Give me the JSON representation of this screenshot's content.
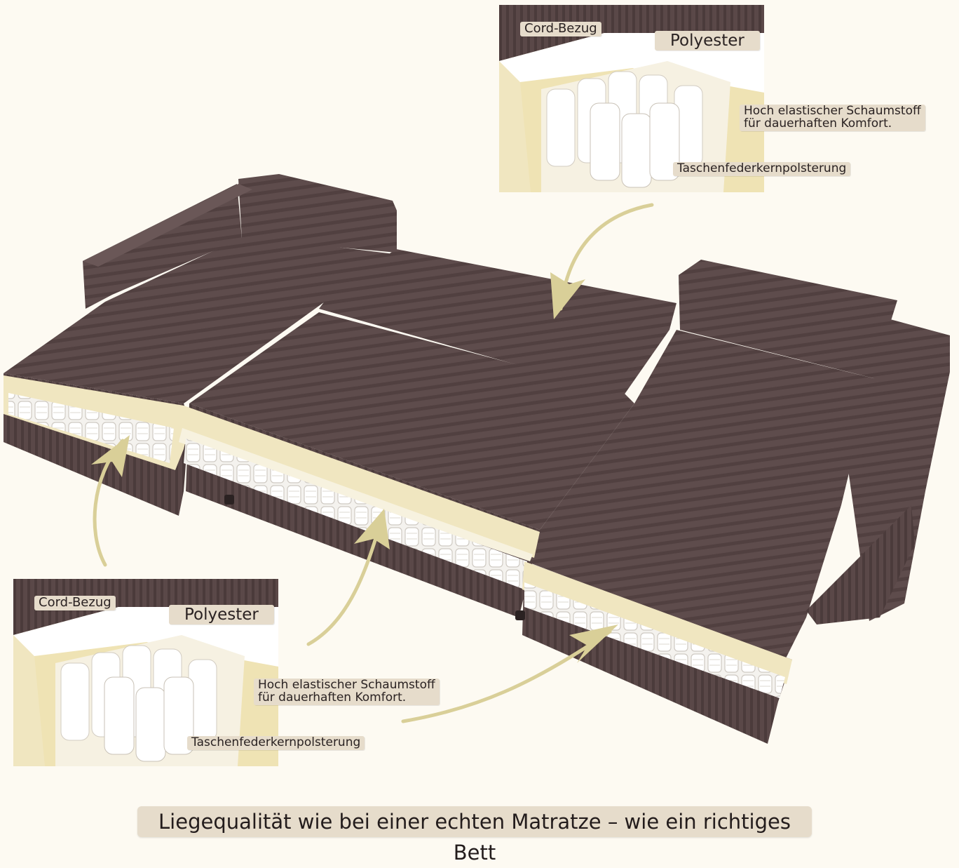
{
  "top_inset": {
    "cover_label": "Cord-Bezug",
    "layer_label": "Polyester",
    "foam_label": "Hoch elastischer Schaumstoff\nfür dauerhaften Komfort.",
    "spring_label": "Taschenfederkernpolsterung"
  },
  "bottom_inset": {
    "cover_label": "Cord-Bezug",
    "layer_label": "Polyester",
    "foam_label": "Hoch elastischer Schaumstoff\nfür dauerhaften Komfort.",
    "spring_label": "Taschenfederkernpolsterung"
  },
  "caption": "Liegequalität wie bei einer echten Matratze – wie ein richtiges Bett",
  "colors": {
    "fabric": "#5e4c4c",
    "fabric_dark": "#4a3b3b",
    "foam": "#f0e6c0",
    "arrow": "#d9cf98",
    "label_bg": "#e6dccb",
    "background": "#fdfaf2"
  }
}
